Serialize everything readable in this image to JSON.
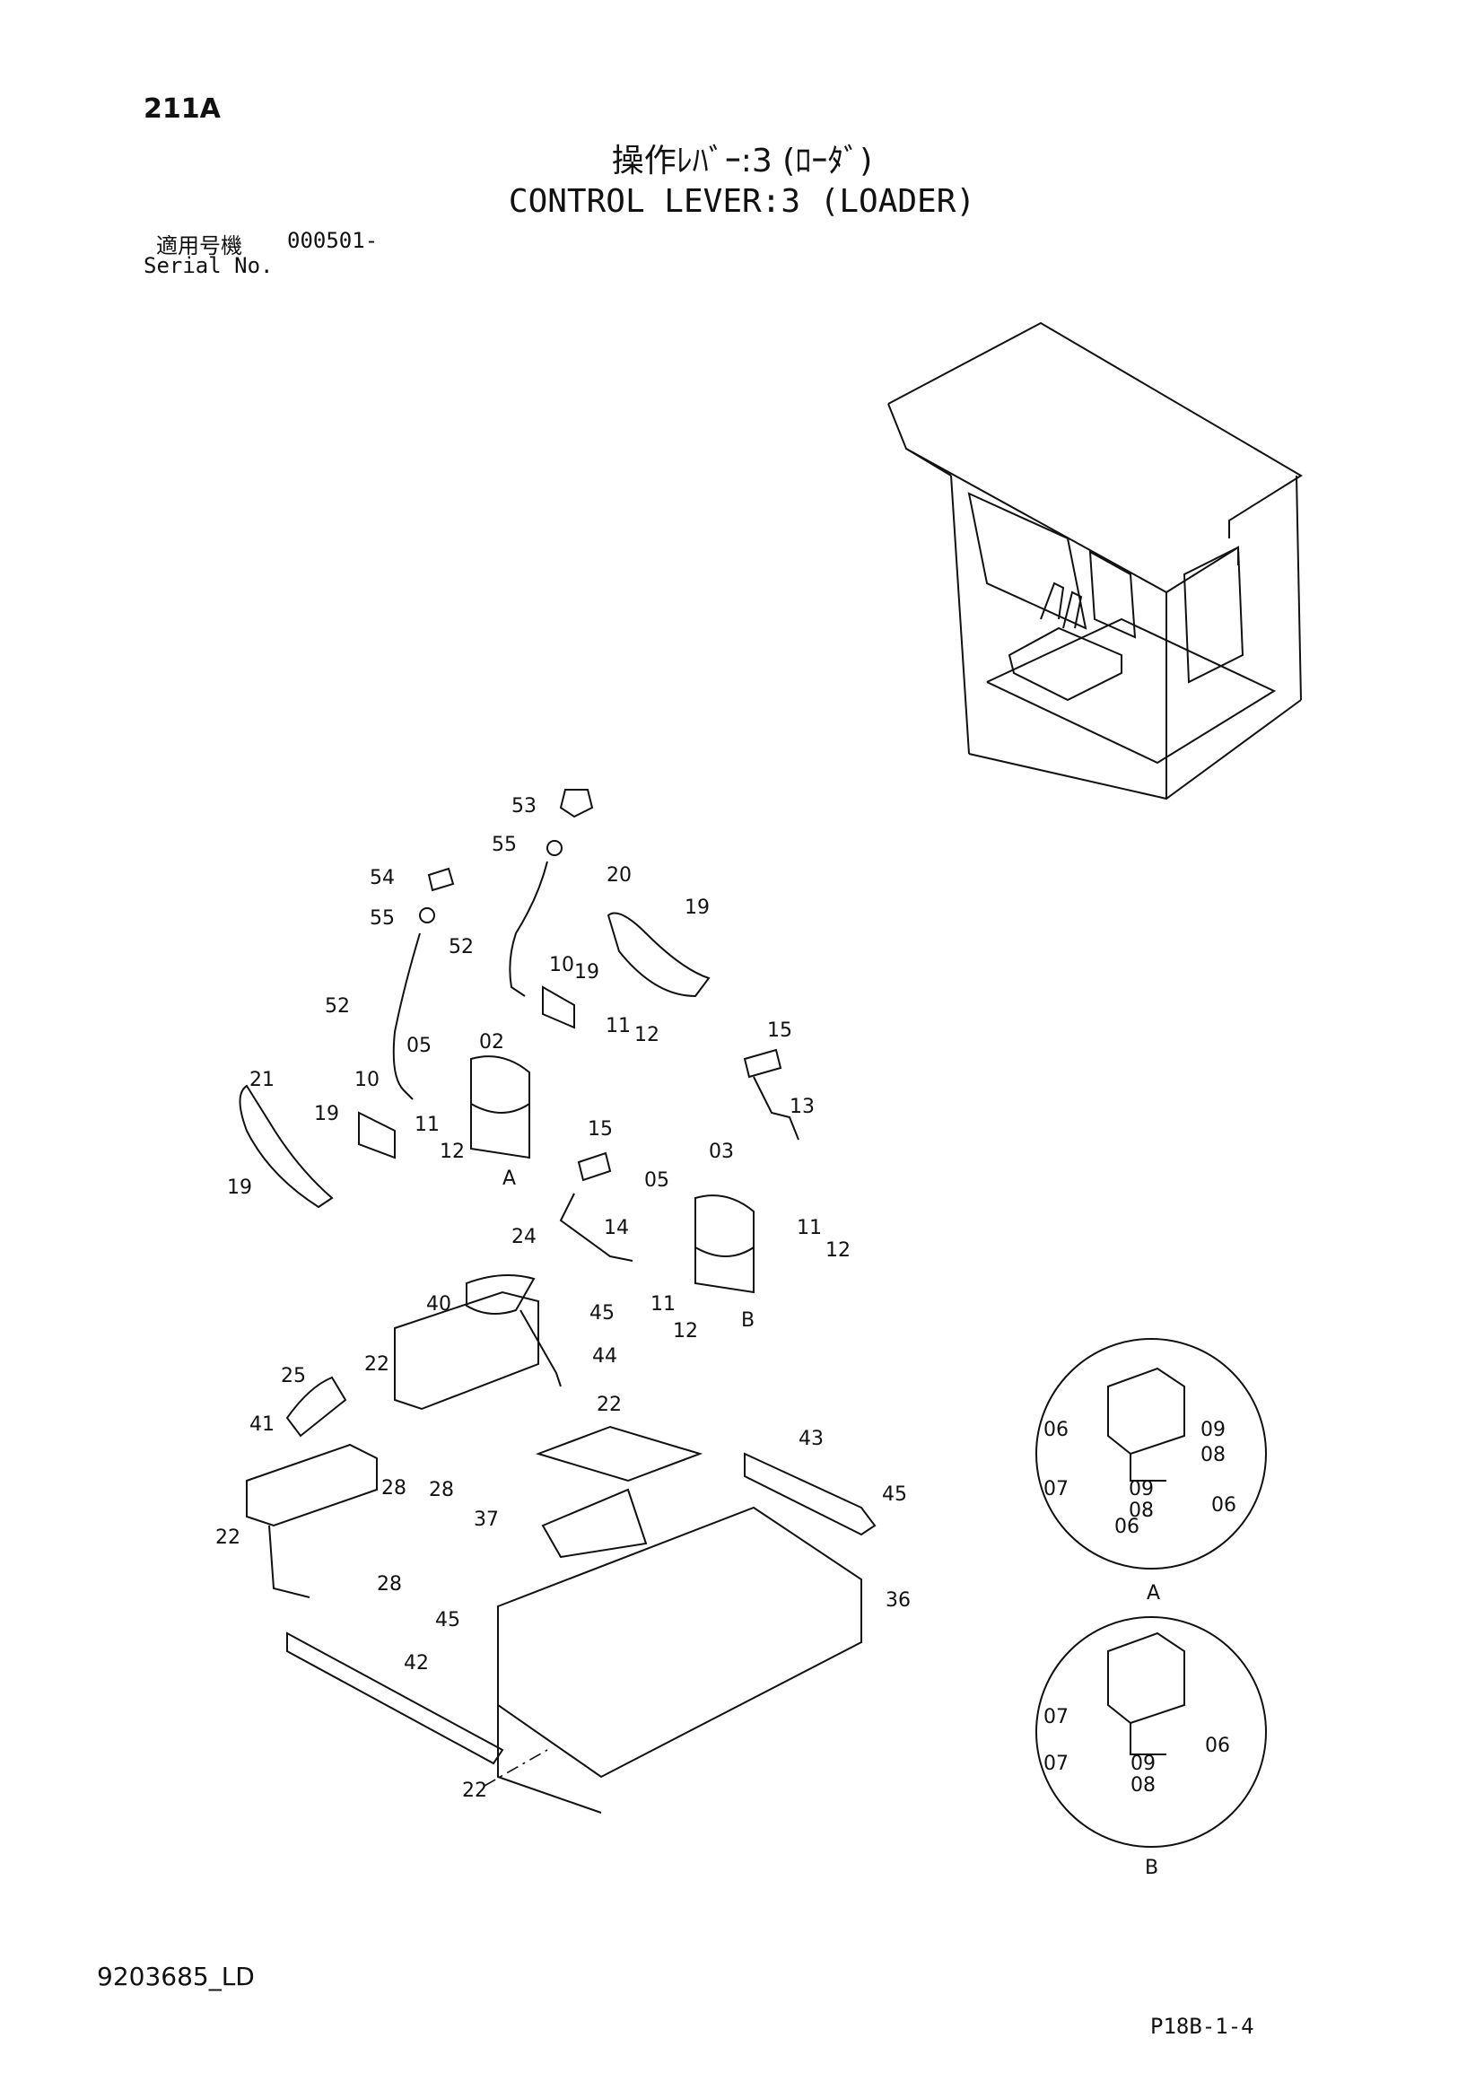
{
  "header": {
    "page_code": "211A",
    "title_jp": "操作ﾚﾊﾞｰ:3 (ﾛｰﾀﾞ)",
    "title_en": "CONTROL LEVER:3 (LOADER)",
    "serial_label_jp": "適用号機",
    "serial_number": "000501-",
    "serial_label_en": "Serial No."
  },
  "callouts": [
    "53",
    "55",
    "54",
    "55",
    "52",
    "52",
    "20",
    "19",
    "10",
    "19",
    "11",
    "12",
    "05",
    "02",
    "21",
    "19",
    "10",
    "11",
    "12",
    "19",
    "A",
    "15",
    "13",
    "15",
    "05",
    "03",
    "14",
    "11",
    "12",
    "11",
    "12",
    "B",
    "24",
    "45",
    "44",
    "40",
    "22",
    "22",
    "25",
    "41",
    "28",
    "22",
    "28",
    "28",
    "43",
    "45",
    "37",
    "36",
    "45",
    "42",
    "22"
  ],
  "detail_views": [
    {
      "label": "A",
      "callouts": [
        "06",
        "09",
        "08",
        "07",
        "09",
        "08",
        "06",
        "06"
      ]
    },
    {
      "label": "B",
      "callouts": [
        "07",
        "06",
        "07",
        "09",
        "08"
      ]
    }
  ],
  "footer": {
    "document_id": "9203685_LD",
    "page_ref": "P18B-1-4"
  }
}
